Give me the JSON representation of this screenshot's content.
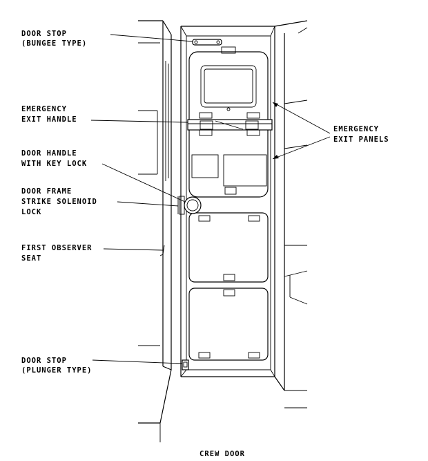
{
  "labels": {
    "door_stop_bungee": [
      "DOOR STOP",
      "(BUNGEE TYPE)"
    ],
    "emergency_exit_handle": [
      "EMERGENCY",
      "EXIT HANDLE"
    ],
    "door_handle_key_lock": [
      "DOOR HANDLE",
      "WITH KEY LOCK"
    ],
    "door_frame_strike": [
      "DOOR FRAME",
      "STRIKE SOLENOID",
      "LOCK"
    ],
    "first_observer_seat": [
      "FIRST OBSERVER",
      "SEAT"
    ],
    "door_stop_plunger": [
      "DOOR STOP",
      "(PLUNGER TYPE)"
    ],
    "emergency_exit_panels": [
      "EMERGENCY",
      "EXIT PANELS"
    ]
  },
  "caption": "CREW DOOR"
}
